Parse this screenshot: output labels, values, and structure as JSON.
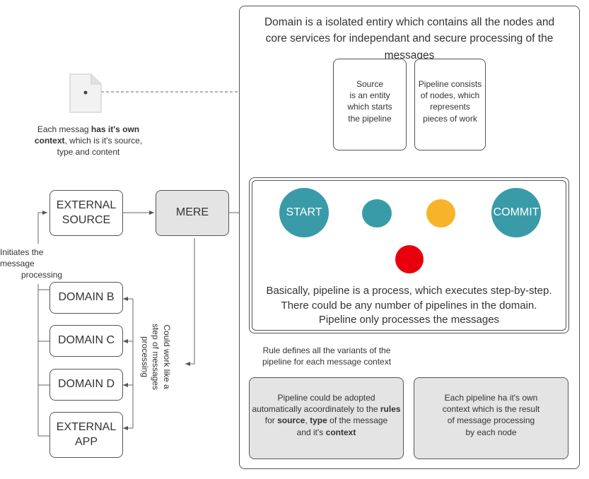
{
  "domain_box": {
    "title_line1": "Domain is a isolated entiry which contains all the nodes and",
    "title_line2": "core services for independant and secure processing of the messages"
  },
  "source_note": {
    "l1": "Source",
    "l2": "is an entity",
    "l3": "which starts",
    "l4": "the pipeline"
  },
  "pipeline_note": {
    "l1": "Pipeline consists",
    "l2": "of nodes, which",
    "l3": "represents",
    "l4": "pieces of work"
  },
  "message_note": {
    "l1_pre": "Each messag ",
    "l1_bold": "has it's own",
    "l2_bold": "context",
    "l2_post": ", which is it's source,",
    "l3": "type and content"
  },
  "left": {
    "external_source": {
      "l1": "EXTERNAL",
      "l2": "SOURCE"
    },
    "mere": "MERE",
    "domain_b": "DOMAIN B",
    "domain_c": "DOMAIN C",
    "domain_d": "DOMAIN D",
    "external_app": {
      "l1": "EXTERNAL",
      "l2": "APP"
    },
    "initiates_l1": "Initiates the message",
    "initiates_l2": "processing",
    "could_work_l1": "Could work like a",
    "could_work_l2": "step of messages",
    "could_work_l3": "processing"
  },
  "pipeline": {
    "start": "START",
    "commit": "COMMIT",
    "desc_l1": "Basically, pipeline is a process, which executes step-by-step.",
    "desc_l2": "There could be any number of pipelines in the domain.",
    "desc_l3": "Pipeline only processes the messages",
    "node_colors": {
      "start": "#3a9ba8",
      "middle": "#3a9ba8",
      "yellow": "#f7b329",
      "commit": "#3a9ba8",
      "error": "#e8000d"
    }
  },
  "rule_note": {
    "l1": "Rule defines all the variants of the",
    "l2": "pipeline for each message context"
  },
  "bottom_left": {
    "l1": "Pipeline could be adopted",
    "l2_pre": "automatically acoordinately to the ",
    "l2_bold": "rules",
    "l3_pre": "for ",
    "l3_bold1": "source",
    "l3_mid": ", ",
    "l3_bold2": "type",
    "l3_post": " of the message",
    "l4_pre": "and it's ",
    "l4_bold": "context"
  },
  "bottom_right": {
    "l1": "Each pipeline ha it's own",
    "l2": "context which is the result",
    "l3": "of message processing",
    "l4": "by each node"
  }
}
